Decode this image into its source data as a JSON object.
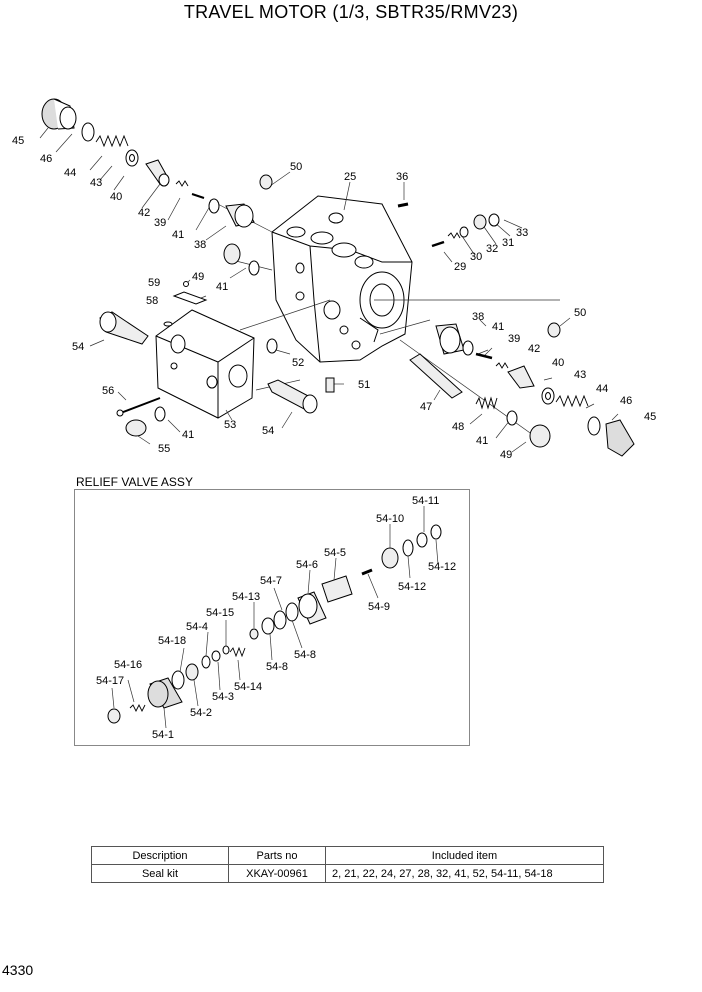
{
  "title": "TRAVEL MOTOR (1/3, SBTR35/RMV23)",
  "page_number": "4330",
  "relief_label": "RELIEF VALVE ASSY",
  "callouts_main": [
    "45",
    "46",
    "44",
    "43",
    "40",
    "42",
    "39",
    "41",
    "38",
    "50",
    "25",
    "36",
    "33",
    "31",
    "32",
    "30",
    "29",
    "49",
    "41",
    "59",
    "58",
    "54",
    "52",
    "51",
    "50",
    "38",
    "41",
    "39",
    "42",
    "40",
    "43",
    "44",
    "46",
    "45",
    "47",
    "48",
    "41",
    "49",
    "56",
    "55",
    "41",
    "53",
    "54"
  ],
  "callouts_relief": [
    "54-11",
    "54-10",
    "54-12",
    "54-12",
    "54-5",
    "54-6",
    "54-9",
    "54-7",
    "54-13",
    "54-15",
    "54-4",
    "54-18",
    "54-8",
    "54-8",
    "54-14",
    "54-3",
    "54-16",
    "54-17",
    "54-2",
    "54-1"
  ],
  "table": {
    "headers": [
      "Description",
      "Parts no",
      "Included item"
    ],
    "rows": [
      [
        "Seal kit",
        "XKAY-00961",
        "2, 21, 22, 24, 27, 28, 32, 41, 52, 54-11, 54-18"
      ]
    ]
  }
}
